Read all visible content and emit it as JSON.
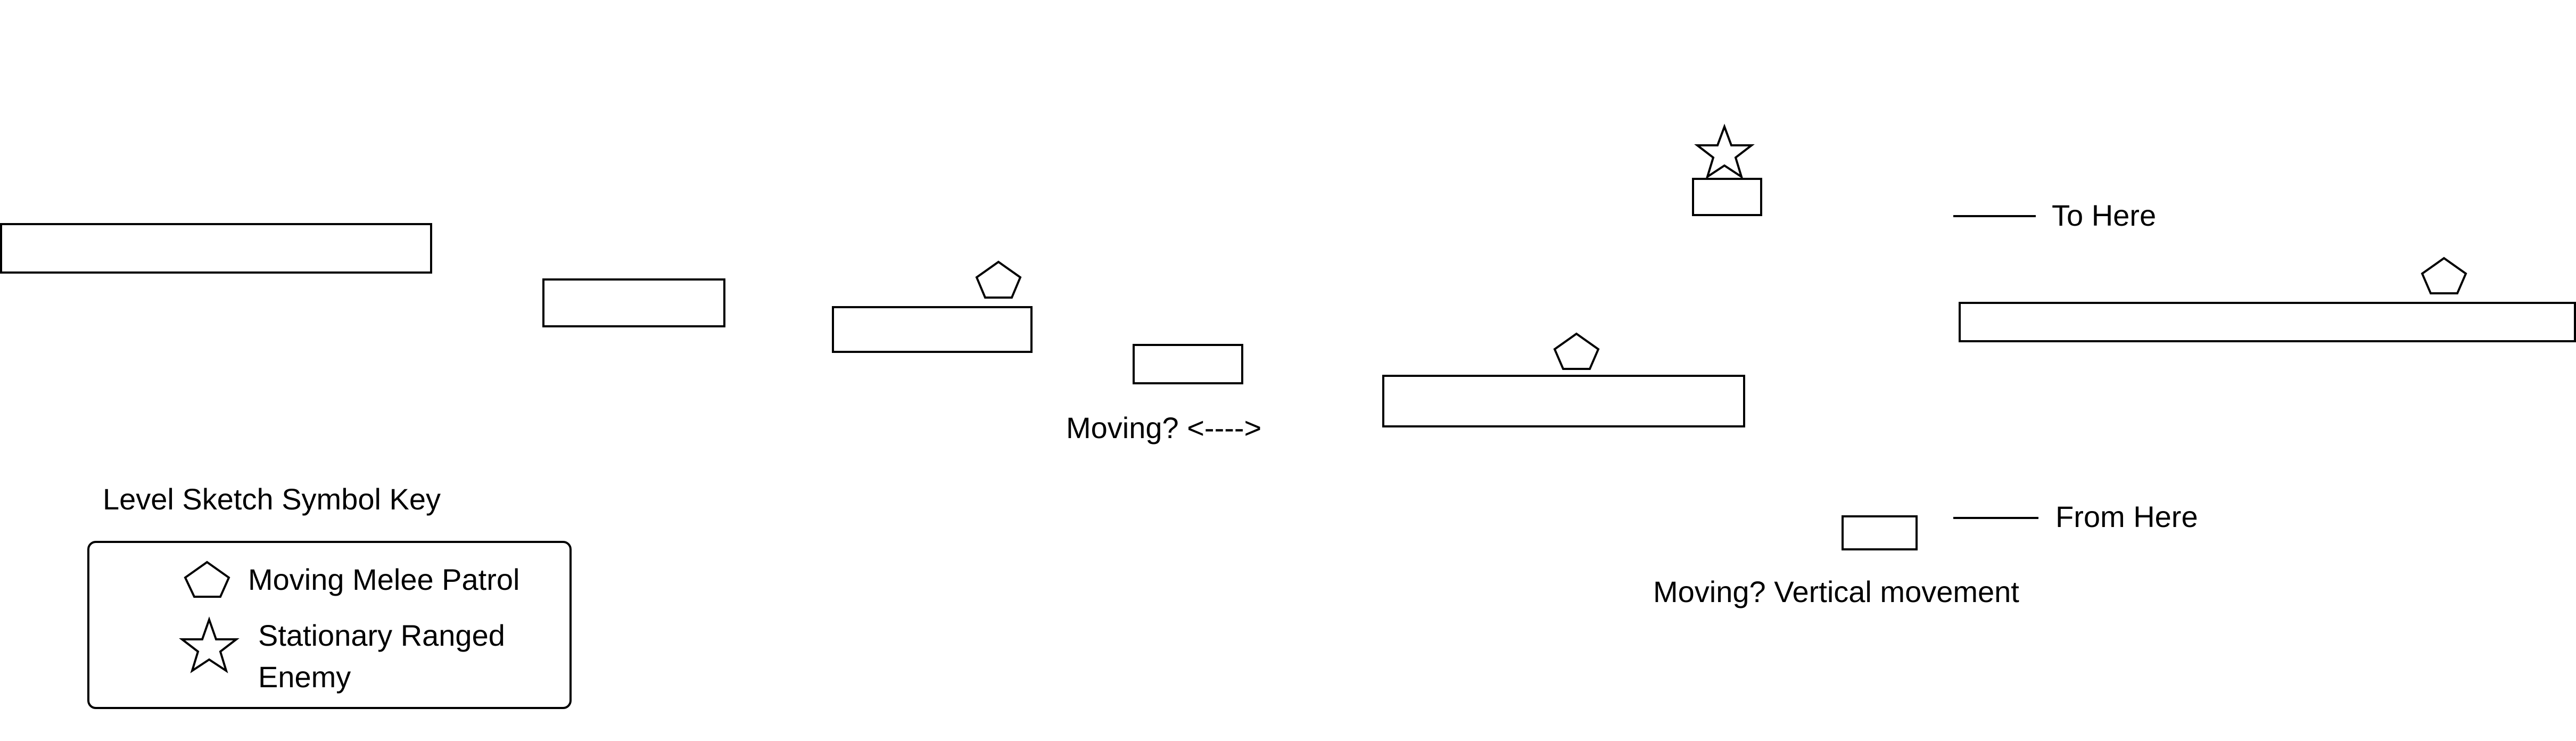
{
  "diagram": {
    "labels": {
      "moving_horizontal": "Moving? <---->",
      "moving_vertical": "Moving? Vertical movement",
      "to_here": "To Here",
      "from_here": "From Here"
    },
    "legend": {
      "title": "Level Sketch Symbol Key",
      "patrol_label": "Moving Melee Patrol",
      "ranged_label_line1": "Stationary Ranged",
      "ranged_label_line2": "Enemy",
      "patrol_icon": "pentagon-icon",
      "ranged_icon": "star-icon"
    },
    "colors": {
      "stroke": "#000000",
      "background": "#ffffff"
    }
  }
}
